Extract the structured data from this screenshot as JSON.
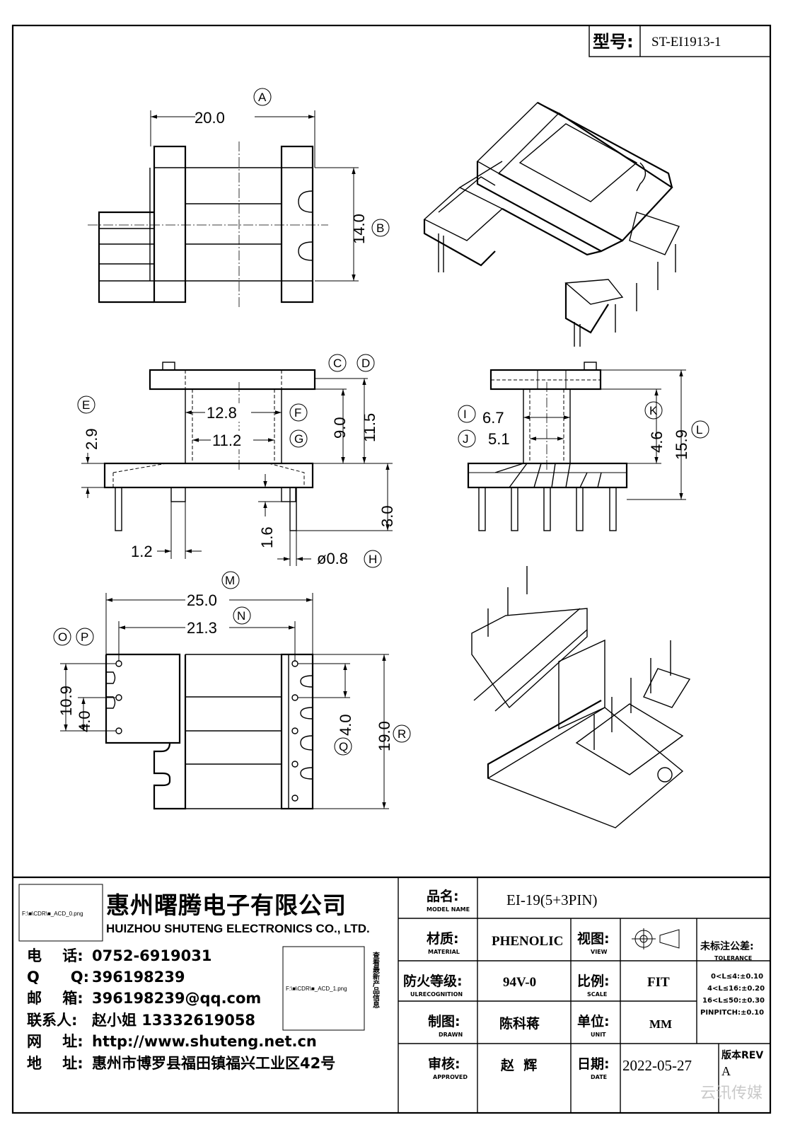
{
  "header": {
    "model_label": "型号:",
    "model_value": "ST-EI1913-1"
  },
  "dimensions": {
    "A": {
      "letter": "A",
      "value": "20.0"
    },
    "B": {
      "letter": "B",
      "value": "14.0"
    },
    "C": {
      "letter": "C"
    },
    "D": {
      "letter": "D"
    },
    "E": {
      "letter": "E",
      "value": "2.9"
    },
    "F": {
      "letter": "F",
      "value": "12.8"
    },
    "G": {
      "letter": "G",
      "value": "11.2"
    },
    "CD_values": {
      "v1": "9.0",
      "v2": "11.5"
    },
    "H": {
      "letter": "H",
      "value": "ø0.8"
    },
    "pin_len": "3.0",
    "pin_gap": "1.6",
    "wall": "1.2",
    "I": {
      "letter": "I",
      "value": "6.7"
    },
    "J": {
      "letter": "J",
      "value": "5.1"
    },
    "K": {
      "letter": "K",
      "value": "4.6"
    },
    "L": {
      "letter": "L",
      "value": "15.9"
    },
    "M": {
      "letter": "M",
      "value": "25.0"
    },
    "N": {
      "letter": "N",
      "value": "21.3"
    },
    "O": {
      "letter": "O",
      "value": "10.9"
    },
    "P": {
      "letter": "P",
      "value": "4.0"
    },
    "Q": {
      "letter": "Q",
      "value": "4.0"
    },
    "R": {
      "letter": "R",
      "value": "19.0"
    }
  },
  "company": {
    "logo_text": "F:\\■\\CDR\\■_ACD_0.png",
    "name_cn": "惠州曙腾电子有限公司",
    "name_en": "HUIZHOU SHUTENG ELECTRONICS CO., LTD.",
    "contacts": [
      {
        "label": "电    话:",
        "value": "0752-6919031"
      },
      {
        "label": "Q      Q:",
        "value": "396198239"
      },
      {
        "label": "邮    箱:",
        "value": "396198239@qq.com"
      },
      {
        "label": "联系人:",
        "value": "赵小姐 13332619058"
      },
      {
        "label": "网    址:",
        "value": "http://www.shuteng.net.cn"
      },
      {
        "label": "地    址:",
        "value": "惠州市博罗县福田镇福兴工业区42号"
      }
    ],
    "qr_text": "F:\\■\\CDR\\■_ACD_1.png",
    "qr_caption": "查看最新产品信息"
  },
  "title_block": {
    "model_name_label": "品名:",
    "model_name_sub": "MODEL NAME",
    "model_name_value": "EI-19(5+3PIN)",
    "material_label": "材质:",
    "material_sub": "MATERIAL",
    "material_value": "PHENOLIC",
    "view_label": "视图:",
    "view_sub": "VIEW",
    "flame_label": "防火等级:",
    "flame_sub": "ULRECOGNITION",
    "flame_value": "94V-0",
    "scale_label": "比例:",
    "scale_sub": "SCALE",
    "scale_value": "FIT",
    "drawn_label": "制图:",
    "drawn_sub": "DRAWN",
    "drawn_value": "陈科蒋",
    "unit_label": "单位:",
    "unit_sub": "UNIT",
    "unit_value": "MM",
    "approved_label": "审核:",
    "approved_sub": "APPROVED",
    "approved_value": "赵  辉",
    "date_label": "日期:",
    "date_sub": "DATE",
    "date_value": "2022-05-27",
    "tolerance_label": "未标注公差:",
    "tolerance_sub": "TOLERANCE",
    "tolerance_lines": [
      "0<L≤4:±0.10",
      "4<L≤16:±0.20",
      "16<L≤50:±0.30",
      "PINPITCH:±0.10"
    ],
    "rev_label": "版本REV",
    "rev_value": "A",
    "watermark": "云讯传媒"
  }
}
